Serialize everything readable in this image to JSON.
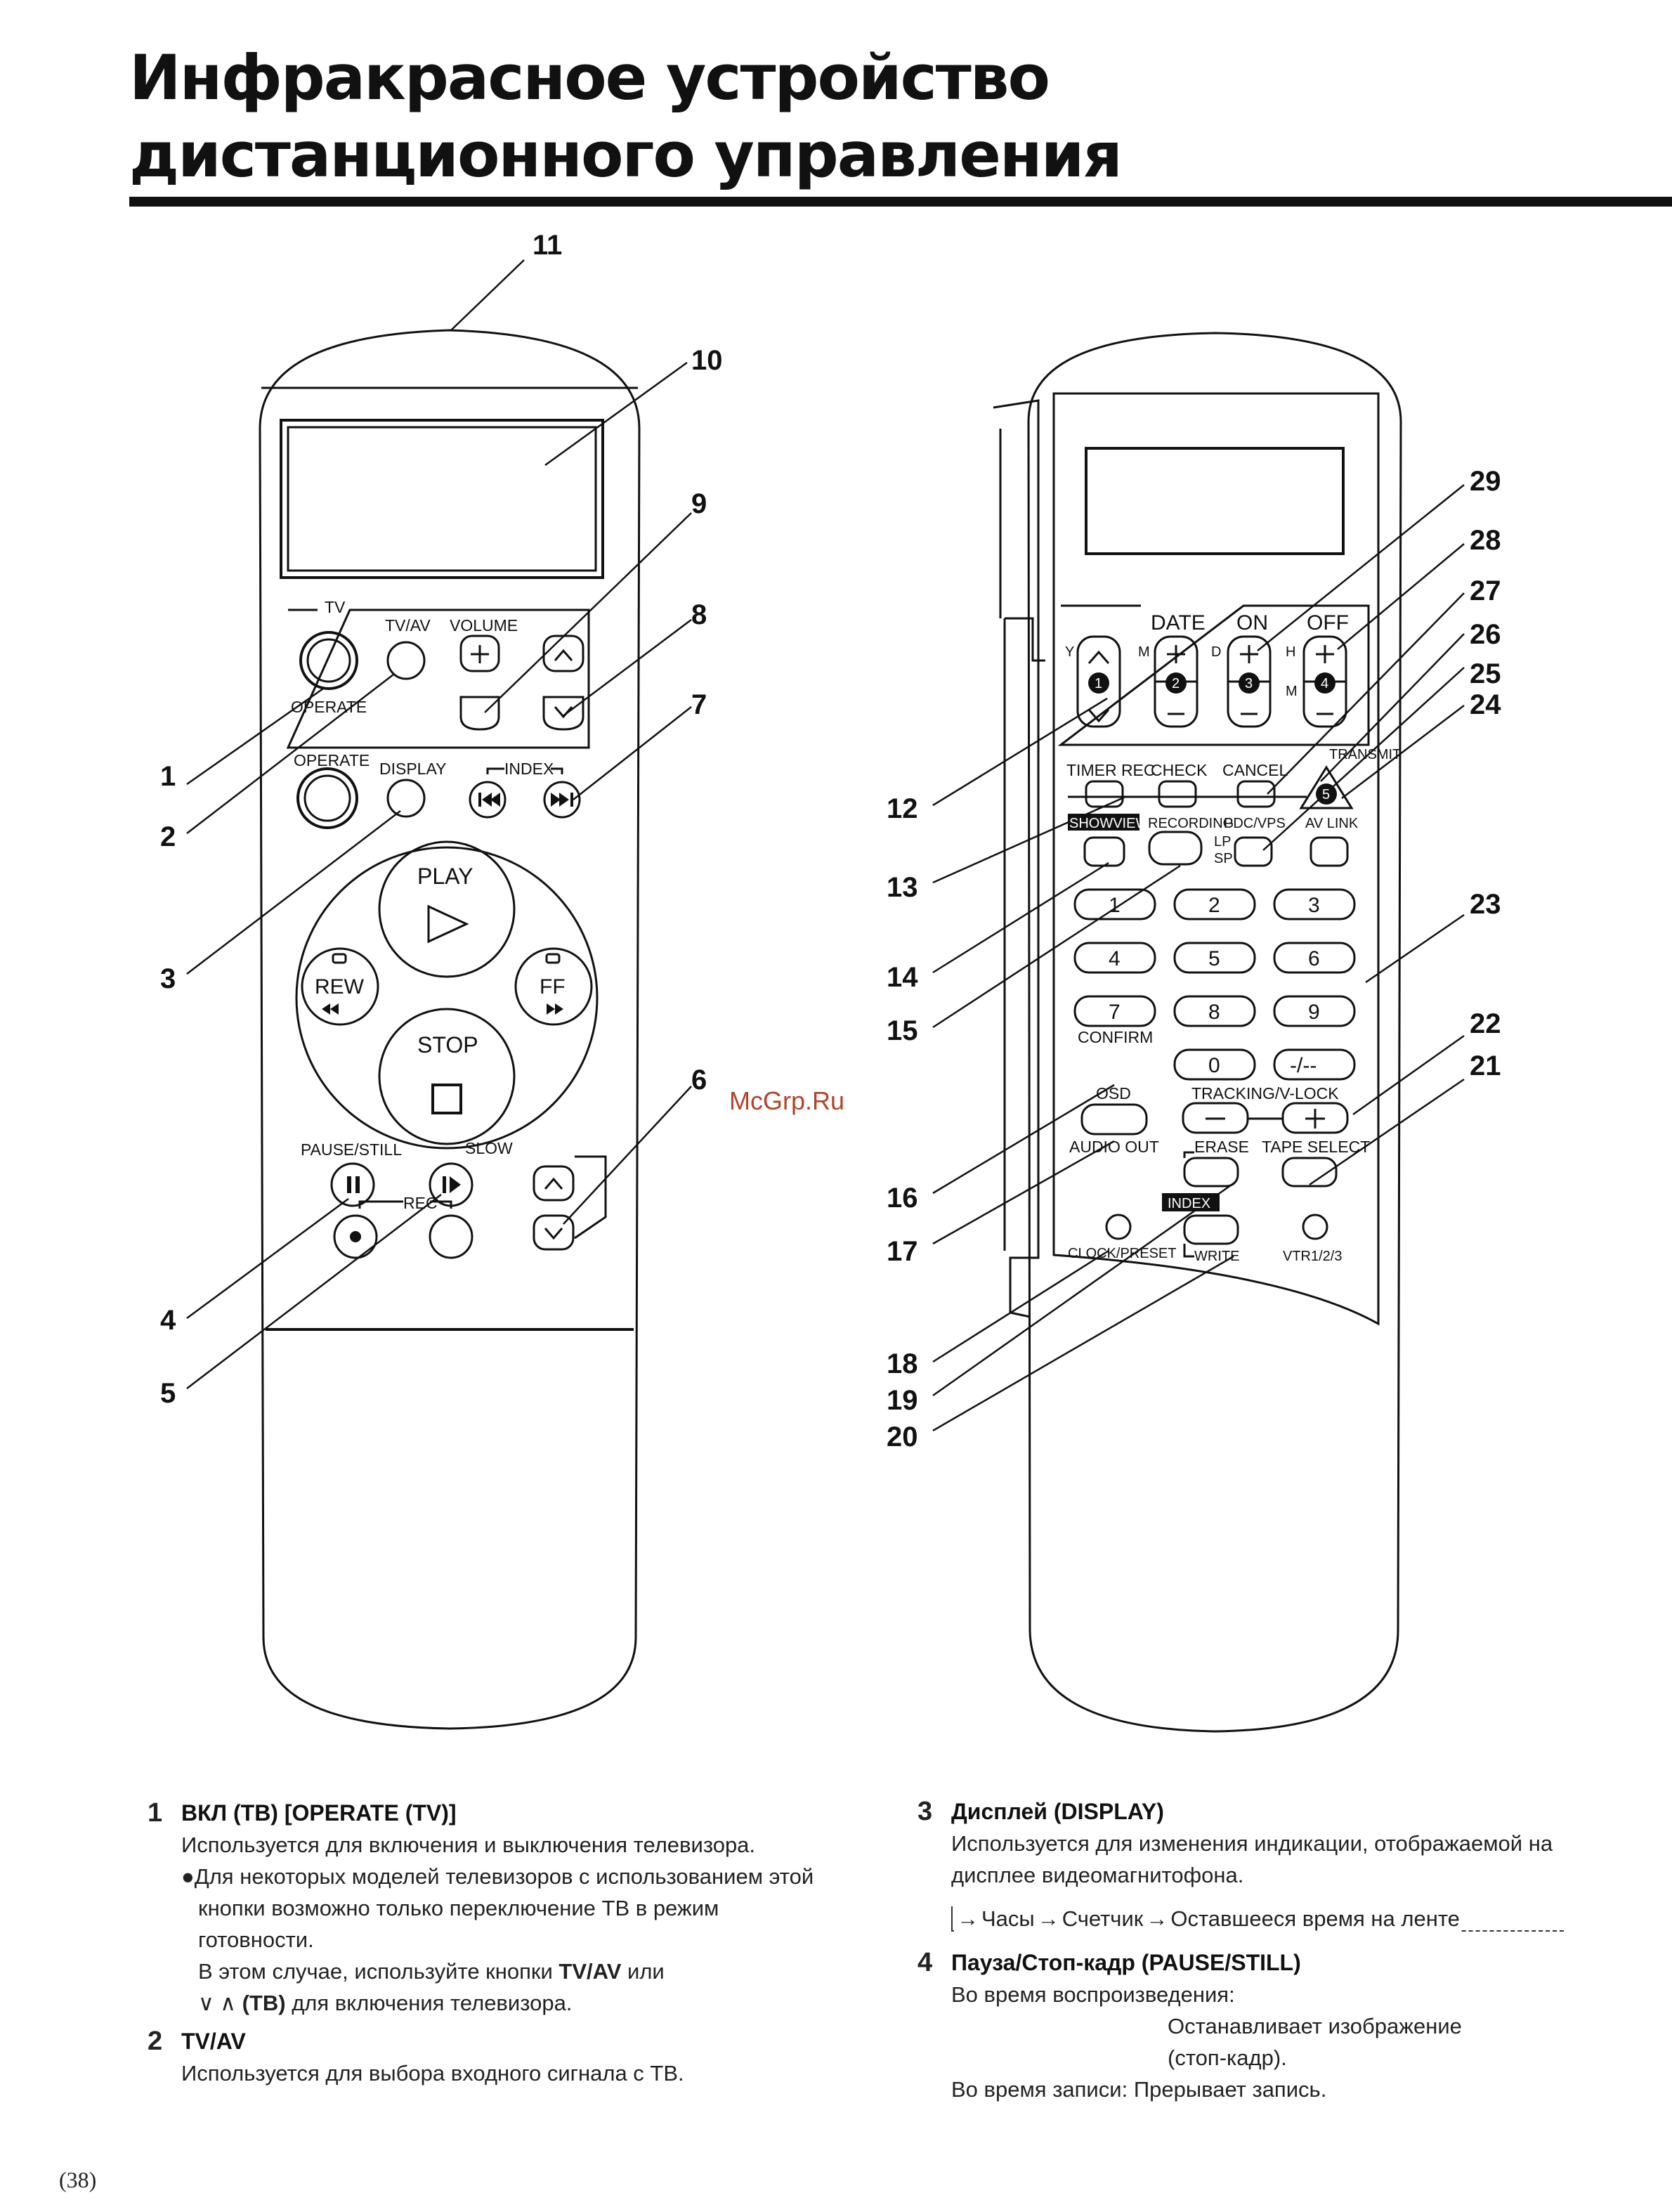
{
  "page": {
    "title": "Инфракрасное устройство дистанционного управления",
    "watermark": "McGrp.Ru",
    "page_number": "(38)"
  },
  "remote_front": {
    "label_tv": "TV",
    "label_tvav": "TV/AV",
    "label_volume": "VOLUME",
    "label_operate_tv": "OPERATE",
    "label_operate": "OPERATE",
    "label_display": "DISPLAY",
    "label_index": "INDEX",
    "label_play": "PLAY",
    "label_rew": "REW",
    "label_ff": "FF",
    "label_stop": "STOP",
    "label_pause": "PAUSE/STILL",
    "label_slow": "SLOW",
    "label_rec": "REC"
  },
  "remote_open": {
    "label_date": "DATE",
    "label_on": "ON",
    "label_off": "OFF",
    "label_y": "Y",
    "label_m": "M",
    "label_d": "D",
    "label_h": "H",
    "label_m2": "M",
    "label_timer_rec": "TIMER REC",
    "label_check": "CHECK",
    "label_cancel": "CANCEL",
    "label_transmit": "TRANSMIT",
    "label_showview": "SHOWVIEW",
    "label_recording": "RECORDING",
    "label_pdc": "PDC/VPS",
    "label_lp": "LP",
    "label_sp": "SP",
    "label_avlink": "AV LINK",
    "digits": [
      "1",
      "2",
      "3",
      "4",
      "5",
      "6",
      "7",
      "8",
      "9",
      "0",
      "-/--"
    ],
    "label_confirm": "CONFIRM",
    "label_osd": "OSD",
    "label_tracking": "TRACKING/V-LOCK",
    "label_audio_out": "AUDIO OUT",
    "label_erase": "ERASE",
    "label_tape_select": "TAPE SELECT",
    "label_index_badge": "INDEX",
    "label_clock": "CLOCK/PRESET",
    "label_write": "WRITE",
    "label_vtr": "VTR1/2/3",
    "circled": [
      "1",
      "2",
      "3",
      "4",
      "5"
    ]
  },
  "callouts": {
    "n1": "1",
    "n2": "2",
    "n3": "3",
    "n4": "4",
    "n5": "5",
    "n6": "6",
    "n7": "7",
    "n8": "8",
    "n9": "9",
    "n10": "10",
    "n11": "11",
    "n12": "12",
    "n13": "13",
    "n14": "14",
    "n15": "15",
    "n16": "16",
    "n17": "17",
    "n18": "18",
    "n19": "19",
    "n20": "20",
    "n21": "21",
    "n22": "22",
    "n23": "23",
    "n24": "24",
    "n25": "25",
    "n26": "26",
    "n27": "27",
    "n28": "28",
    "n29": "29"
  },
  "descriptions": {
    "item1": {
      "num": "1",
      "title": "ВКЛ (ТВ) [OPERATE (TV)]",
      "text": "Используется для включения и выключения телевизора.",
      "bullet": "●Для некоторых моделей телевизоров с использованием этой кнопки возможно только переключение ТВ в режим готовности.",
      "note_pre": "В этом случае, используйте кнопки ",
      "note_tvav": "TV/AV",
      "note_mid": " или",
      "note_arrows": "∨ ∧ ",
      "note_tb": "(ТВ)",
      "note_post": " для включения телевизора."
    },
    "item2": {
      "num": "2",
      "title": "TV/AV",
      "text": "Используется для выбора входного сигнала с ТВ."
    },
    "item3": {
      "num": "3",
      "title": "Дисплей (DISPLAY)",
      "text": "Используется для изменения индикации, отображаемой на дисплее видеомагнитофона.",
      "flow": [
        "Часы",
        "Счетчик",
        "Оставшееся время на ленте"
      ]
    },
    "item4": {
      "num": "4",
      "title": "Пауза/Стоп-кадр (PAUSE/STILL)",
      "line1": "Во время воспроизведения:",
      "line2": "Останавливает изображение",
      "line3": "(стоп-кадр).",
      "line4_label": "Во время записи:",
      "line4_text": "Прерывает запись."
    }
  }
}
